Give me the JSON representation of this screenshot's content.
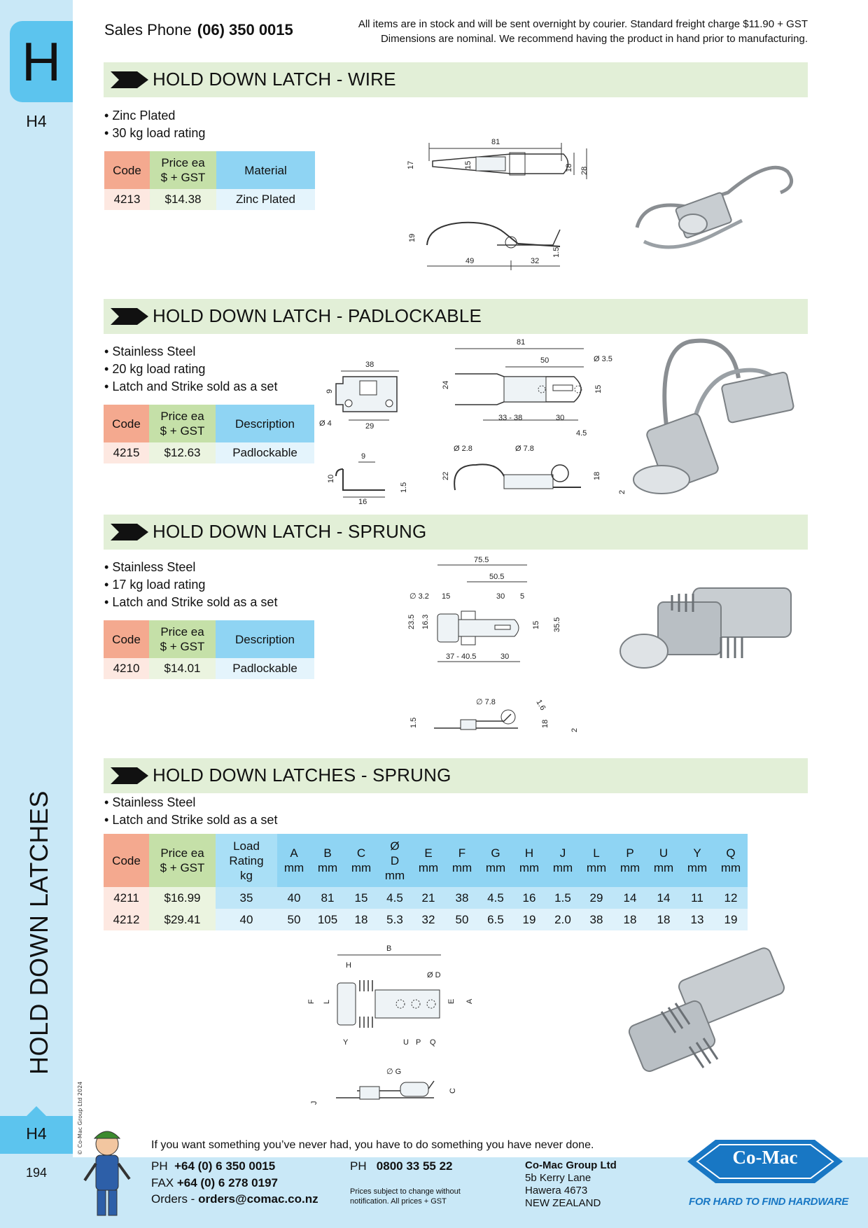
{
  "sidebar": {
    "letter": "H",
    "code_top": "H4",
    "vertical_title": "HOLD DOWN LATCHES",
    "code_bottom": "H4",
    "page_number": "194",
    "copyright": "© Co-Mac Group Ltd 2024"
  },
  "header": {
    "sales_label": "Sales Phone",
    "sales_phone": "(06) 350 0015",
    "notice_line1": "All items are in stock and will be sent overnight by courier. Standard freight charge $11.90 + GST",
    "notice_line2": "Dimensions are nominal. We recommend having the product in hand prior to manufacturing."
  },
  "sections": [
    {
      "title": "HOLD DOWN LATCH - WIRE",
      "bullets": [
        "Zinc Plated",
        "30 kg load rating"
      ],
      "table": {
        "headers": [
          "Code",
          "Price ea\n$ + GST",
          "Material"
        ],
        "rows": [
          [
            "4213",
            "$14.38",
            "Zinc Plated"
          ]
        ]
      },
      "dims": {
        "top_length": "81",
        "top_left": "17",
        "top_inner": "15",
        "top_right_a": "18",
        "top_right_b": "28",
        "side_height": "19",
        "side_a": "49",
        "side_b": "32",
        "side_thick": "1.5"
      }
    },
    {
      "title": "HOLD DOWN LATCH - PADLOCKABLE",
      "bullets": [
        "Stainless Steel",
        "20 kg load rating",
        "Latch and Strike sold as a set"
      ],
      "table": {
        "headers": [
          "Code",
          "Price ea\n$ + GST",
          "Description"
        ],
        "rows": [
          [
            "4215",
            "$12.63",
            "Padlockable"
          ]
        ]
      },
      "dims": {
        "strike_w": "38",
        "strike_h": "9",
        "strike_hole": "Ø 4",
        "strike_sp": "29",
        "strike_side_a": "9",
        "strike_side_h": "10",
        "strike_side_w": "16",
        "strike_side_t": "1.5",
        "latch_len": "81",
        "latch_b": "50",
        "latch_hole": "Ø 3.5",
        "latch_h": "24",
        "latch_r": "15",
        "latch_c": "33 - 38",
        "latch_d": "30",
        "latch_e": "4.5",
        "side_a": "Ø 2.8",
        "side_b": "Ø 7.8",
        "side_h": "22",
        "side_r": "18",
        "side_t": "2"
      }
    },
    {
      "title": "HOLD DOWN LATCH - SPRUNG",
      "bullets": [
        "Stainless Steel",
        "17 kg load rating",
        "Latch and Strike sold as a set"
      ],
      "table": {
        "headers": [
          "Code",
          "Price ea\n$ + GST",
          "Description"
        ],
        "rows": [
          [
            "4210",
            "$14.01",
            "Padlockable"
          ]
        ]
      },
      "dims": {
        "a": "75.5",
        "b": "50.5",
        "hole": "∅ 3.2",
        "c": "15",
        "d": "30",
        "e": "5",
        "h1": "23.5",
        "h2": "16.3",
        "r1": "15",
        "r2": "35.5",
        "f": "37 - 40.5",
        "g": "30",
        "s_hole": "∅ 7.8",
        "s_angle": "1.6",
        "s_left": "1.5",
        "s_r": "18",
        "s_t": "2"
      }
    },
    {
      "title": "HOLD DOWN LATCHES - SPRUNG",
      "bullets": [
        "Stainless Steel",
        "Latch and Strike sold as a set"
      ],
      "dims": {
        "B": "B",
        "H": "H",
        "D": "Ø D",
        "F": "F",
        "L": "L",
        "E": "E",
        "A": "A",
        "Y": "Y",
        "U": "U",
        "P": "P",
        "Q": "Q",
        "G": "∅ G",
        "J": "J",
        "C": "C"
      }
    }
  ],
  "big_table": {
    "headers": [
      "Code",
      "Price ea\n$ + GST",
      "Load\nRating\nkg",
      "A\nmm",
      "B\nmm",
      "C\nmm",
      "Ø\nD\nmm",
      "E\nmm",
      "F\nmm",
      "G\nmm",
      "H\nmm",
      "J\nmm",
      "L\nmm",
      "P\nmm",
      "U\nmm",
      "Y\nmm",
      "Q\nmm"
    ],
    "rows": [
      [
        "4211",
        "$16.99",
        "35",
        "40",
        "81",
        "15",
        "4.5",
        "21",
        "38",
        "4.5",
        "16",
        "1.5",
        "29",
        "14",
        "14",
        "11",
        "12"
      ],
      [
        "4212",
        "$29.41",
        "40",
        "50",
        "105",
        "18",
        "5.3",
        "32",
        "50",
        "6.5",
        "19",
        "2.0",
        "38",
        "18",
        "18",
        "13",
        "19"
      ]
    ]
  },
  "footer": {
    "quote": "If you want something you’ve never had, you have to do something you have never done.",
    "ph_label": "PH",
    "ph": "+64 (0) 6 350 0015",
    "fax_label": "FAX",
    "fax": "+64 (0) 6 278 0197",
    "orders_label": "Orders -",
    "orders": "orders@comac.co.nz",
    "ph2_label": "PH",
    "ph2": "0800 33 55 22",
    "note": "Prices subject to change without notification. All prices + GST",
    "company": "Co-Mac Group Ltd",
    "addr1": "5b Kerry Lane",
    "addr2": "Hawera 4673",
    "addr3": "NEW ZEALAND",
    "logo": "Co-Mac",
    "tagline": "FOR HARD TO FIND HARDWARE"
  },
  "colors": {
    "sidebar": "#c9e8f7",
    "tab": "#5cc4ee",
    "banner": "#e2efd7",
    "code_header": "#f4a98f",
    "price_header": "#c5e0a8",
    "desc_header": "#8fd4f3",
    "brand_blue": "#1877c4"
  }
}
